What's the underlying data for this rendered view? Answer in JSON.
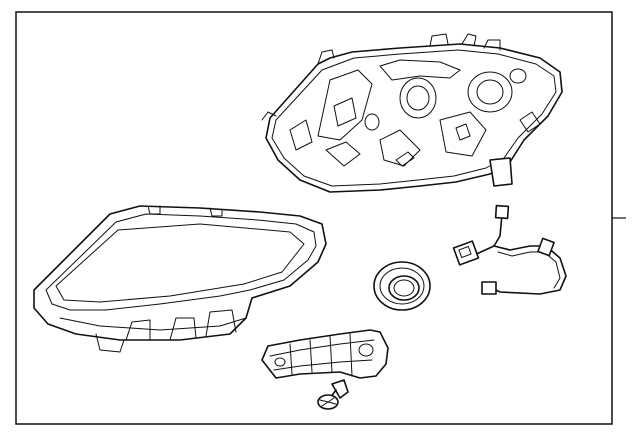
{
  "diagram": {
    "parts": [
      {
        "name": "housing",
        "icon": "headlamp-housing-icon"
      },
      {
        "name": "lens",
        "icon": "headlamp-lens-icon"
      },
      {
        "name": "seal",
        "icon": "seal-ring-icon"
      },
      {
        "name": "harness",
        "icon": "wiring-harness-icon"
      },
      {
        "name": "bracket",
        "icon": "mounting-bracket-icon"
      },
      {
        "name": "bolt",
        "icon": "bolt-icon"
      }
    ]
  }
}
